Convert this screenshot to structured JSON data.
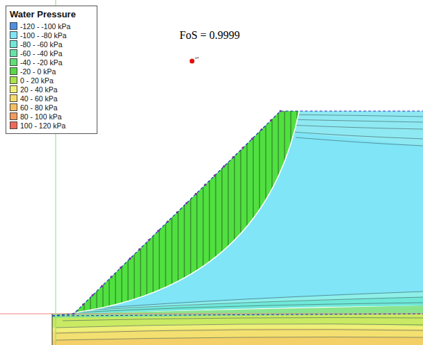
{
  "diagram": {
    "nodes": [
      {
        "text": [
          "Water Pressure"
        ]
      }
    ],
    "labels": [
      "FoS = 0.9999"
    ],
    "legend": [
      {
        "text": "-120 - -100 kPa",
        "color": "#4f8fe0"
      },
      {
        "text": "-100 - -80 kPa",
        "color": "#7fe5f7"
      },
      {
        "text": "-80 - -60 kPa",
        "color": "#6fe8d8"
      },
      {
        "text": "-60 - -40 kPa",
        "color": "#66e3a6"
      },
      {
        "text": "-40 - -20 kPa",
        "color": "#62df74"
      },
      {
        "text": "-20 - 0 kPa",
        "color": "#58d846"
      },
      {
        "text": "0 - 20 kPa",
        "color": "#a8e44a"
      },
      {
        "text": "20 - 40 kPa",
        "color": "#eef07a"
      },
      {
        "text": "40 - 60 kPa",
        "color": "#f3dc6a"
      },
      {
        "text": "60 - 80 kPa",
        "color": "#f4bf62"
      },
      {
        "text": "80 - 100 kPa",
        "color": "#f39a5e"
      },
      {
        "text": "100 - 120 kPa",
        "color": "#ee6a5c"
      }
    ]
  }
}
